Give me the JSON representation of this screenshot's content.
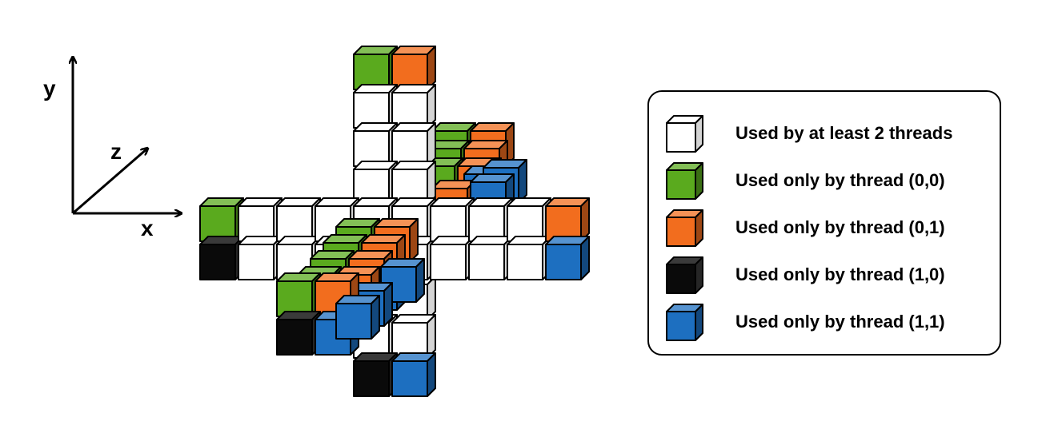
{
  "axes": {
    "x_label": "x",
    "y_label": "y",
    "z_label": "z"
  },
  "legend": {
    "items": [
      {
        "key": "shared",
        "label": "Used by at least 2 threads",
        "color": "#ffffff",
        "icon": "white-cube-icon"
      },
      {
        "key": "t00",
        "label": "Used only by thread (0,0)",
        "color": "#5aaa1e",
        "icon": "green-cube-icon"
      },
      {
        "key": "t01",
        "label": "Used only by thread (0,1)",
        "color": "#f26d1e",
        "icon": "orange-cube-icon"
      },
      {
        "key": "t10",
        "label": "Used only by thread (1,0)",
        "color": "#111111",
        "icon": "black-cube-icon"
      },
      {
        "key": "t11",
        "label": "Used only by thread (1,1)",
        "color": "#1d6fc0",
        "icon": "blue-cube-icon"
      }
    ]
  }
}
